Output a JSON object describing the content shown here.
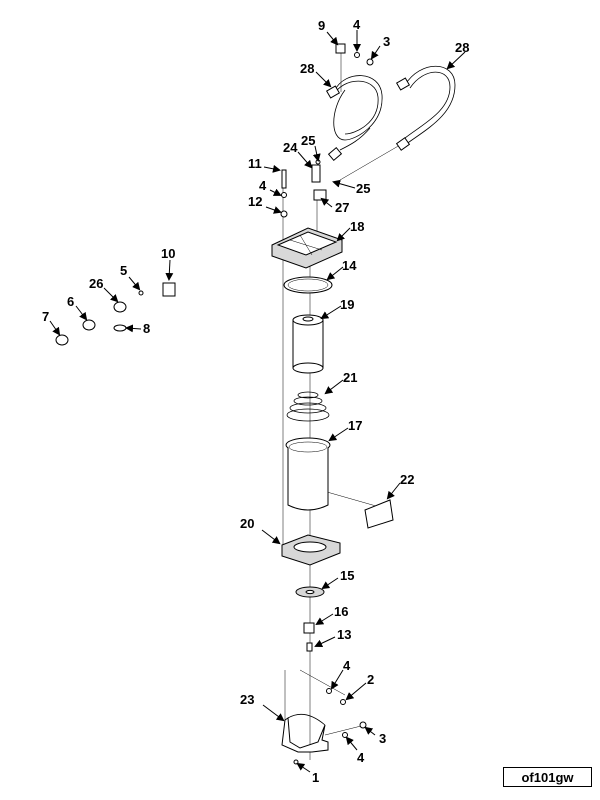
{
  "figure_id": "of101gw",
  "callouts": {
    "c1": "1",
    "c2": "2",
    "c3a": "3",
    "c3b": "3",
    "c4a": "4",
    "c4b": "4",
    "c4c": "4",
    "c4d": "4",
    "c5": "5",
    "c6": "6",
    "c7": "7",
    "c8": "8",
    "c9": "9",
    "c10": "10",
    "c11": "11",
    "c12": "12",
    "c13": "13",
    "c14": "14",
    "c15": "15",
    "c16": "16",
    "c17": "17",
    "c18": "18",
    "c19": "19",
    "c20": "20",
    "c21": "21",
    "c22": "22",
    "c23": "23",
    "c24": "24",
    "c25a": "25",
    "c25b": "25",
    "c26": "26",
    "c27": "27",
    "c28a": "28",
    "c28b": "28"
  }
}
